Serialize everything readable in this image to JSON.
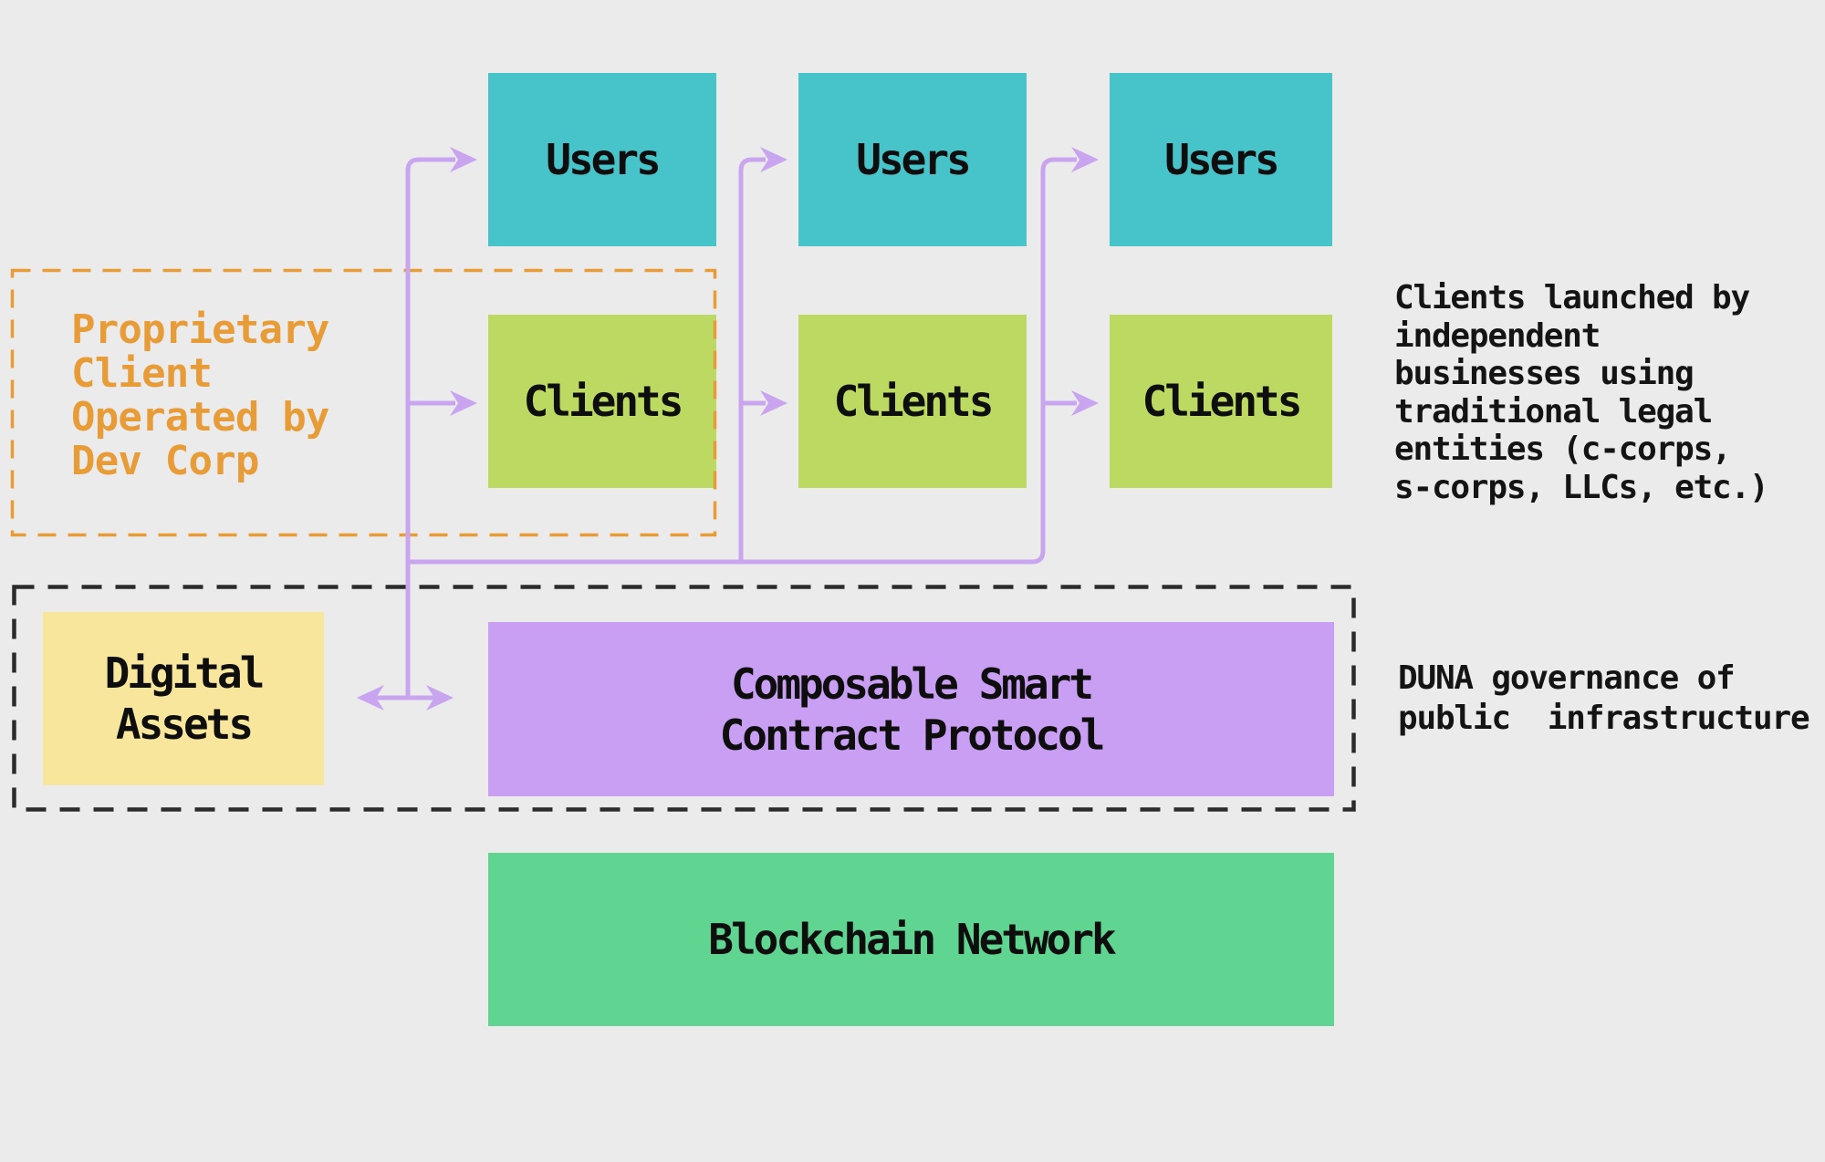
{
  "colors": {
    "background": "#ebebeb",
    "users_box": "#47c3ca",
    "clients_box": "#bcda62",
    "digital_assets_box": "#f8e69c",
    "protocol_box": "#c99ff4",
    "blockchain_box": "#60d591",
    "arrow": "#c9a5f0",
    "proprietary_orange": "#e89c38"
  },
  "boxes": {
    "users": [
      "Users",
      "Users",
      "Users"
    ],
    "clients": [
      "Clients",
      "Clients",
      "Clients"
    ],
    "digital_assets": [
      "Digital",
      "Assets"
    ],
    "protocol": [
      "Composable Smart",
      "Contract Protocol"
    ],
    "blockchain": [
      "Blockchain Network"
    ]
  },
  "notes": {
    "proprietary": [
      "Proprietary",
      "Client",
      "Operated by",
      "Dev Corp"
    ],
    "clients_launched": [
      "Clients launched by",
      "independent",
      "businesses using",
      "traditional legal",
      "entities (c-corps,",
      "s-corps, LLCs, etc.)"
    ],
    "duna": [
      "DUNA governance of",
      "public  infrastructure"
    ]
  }
}
